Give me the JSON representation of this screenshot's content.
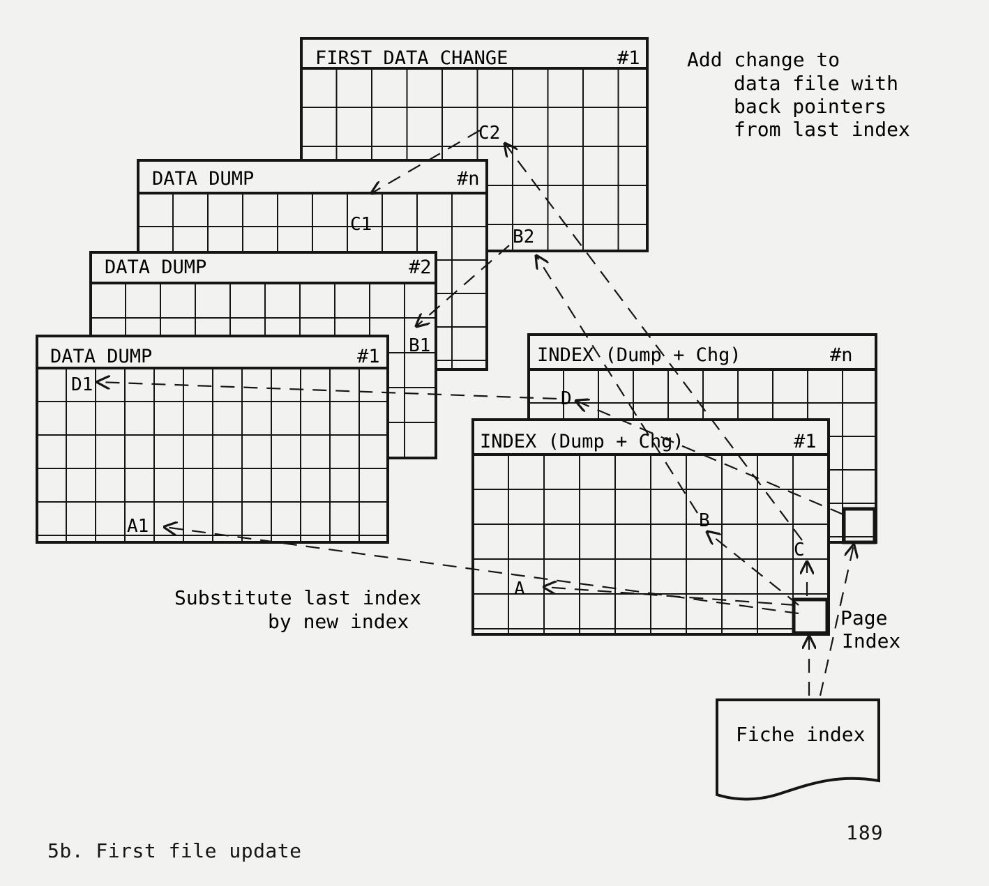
{
  "panels": {
    "first_change": {
      "title": "FIRST DATA CHANGE",
      "number": "#1"
    },
    "dump_n": {
      "title": "DATA DUMP",
      "number": "#n"
    },
    "dump_2": {
      "title": "DATA DUMP",
      "number": "#2"
    },
    "dump_1": {
      "title": "DATA DUMP",
      "number": "#1"
    },
    "index_n": {
      "title": "INDEX (Dump + Chg)",
      "number": "#n"
    },
    "index_1": {
      "title": "INDEX (Dump + Chg)",
      "number": "#1"
    }
  },
  "labels": {
    "c2": "C2",
    "c1": "C1",
    "b2": "B2",
    "b1": "B1",
    "d1": "D1",
    "a1": "A1",
    "d": "D",
    "a": "A",
    "b": "B",
    "c": "C"
  },
  "notes": {
    "add_change": [
      "Add change to",
      "data file with",
      "back pointers",
      "from last index"
    ],
    "substitute": [
      "Substitute last index",
      "by new  index"
    ],
    "page_index": [
      "Page",
      "Index"
    ]
  },
  "fiche": {
    "label": "Fiche index"
  },
  "page_number": "189",
  "caption": "5b. First file update",
  "colors": {
    "ink": "#151515",
    "paper": "#f2f2f0"
  }
}
